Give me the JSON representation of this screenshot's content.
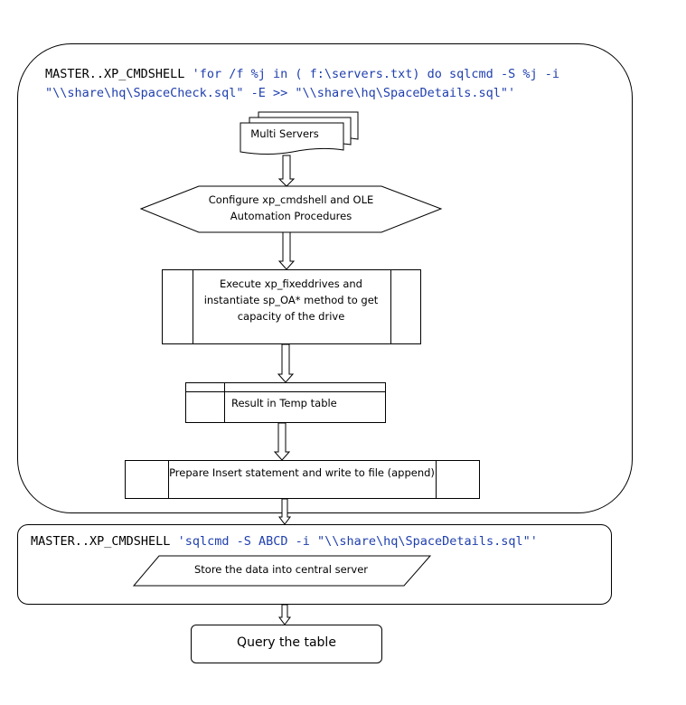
{
  "code": {
    "line1_kw": "MASTER..XP_CMDSHELL",
    "line1_str": "'for /f %j in ( f:\\servers.txt) do sqlcmd -S %j -i",
    "line2_str": "\"\\\\share\\hq\\SpaceCheck.sql\" -E >> \"\\\\share\\hq\\SpaceDetails.sql\"'",
    "line3_kw": "MASTER..XP_CMDSHELL",
    "line3_str": "'sqlcmd -S ABCD -i \"\\\\share\\hq\\SpaceDetails.sql\"'"
  },
  "nodes": {
    "multi_servers": "Multi Servers",
    "configure_line1": "Configure xp_cmdshell and OLE",
    "configure_line2": "Automation Procedures",
    "execute_line1": "Execute xp_fixeddrives and",
    "execute_line2": "instantiate sp_OA* method to get",
    "execute_line3": "capacity of the drive",
    "result": "Result in Temp table",
    "prepare": "Prepare Insert statement and write to file (append)",
    "store": "Store the data into central server",
    "query": "Query the table"
  }
}
